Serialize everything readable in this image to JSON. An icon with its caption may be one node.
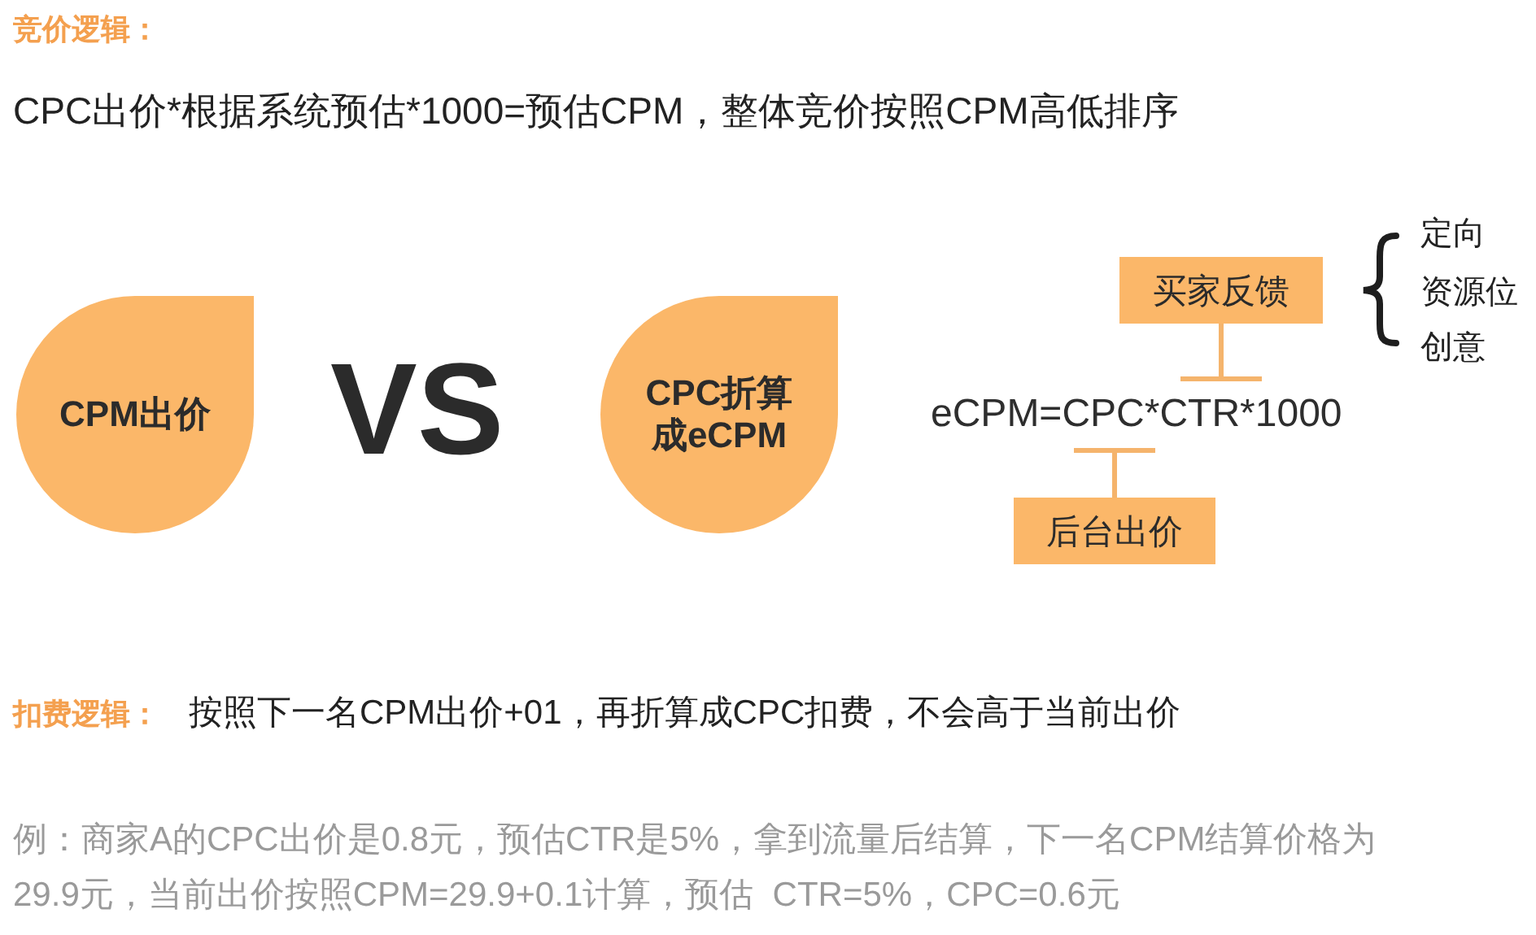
{
  "diagram": {
    "title": "竞价逻辑：",
    "nodes": [
      {
        "text": [
          "CPM出价"
        ]
      },
      {
        "text": [
          "CPC折算成eCPM"
        ]
      },
      {
        "text": [
          "买家反馈"
        ]
      },
      {
        "text": [
          "eCPM=CPC*CTR*1000"
        ]
      },
      {
        "text": [
          "后台出价"
        ]
      }
    ],
    "edges": [
      {
        "from": 2,
        "to": 3,
        "arrow": "other"
      },
      {
        "from": 4,
        "to": 3,
        "arrow": "other"
      }
    ],
    "labels": [
      "CPC出价*根据系统预估*1000=预估CPM，整体竞价按照CPM高低排序",
      "VS",
      "定向",
      "资源位",
      "创意",
      "扣费逻辑：",
      "按照下一名CPM出价+01，再折算成CPC扣费，不会高于当前出价",
      "例：商家A的CPC出价是0.8元，预估CTR是5%，拿到流量后结算，下一名CPM结算价格为29.9元，当前出价按照CPM=29.9+0.1计算，预估  CTR=5%，CPC=0.6元"
    ]
  }
}
